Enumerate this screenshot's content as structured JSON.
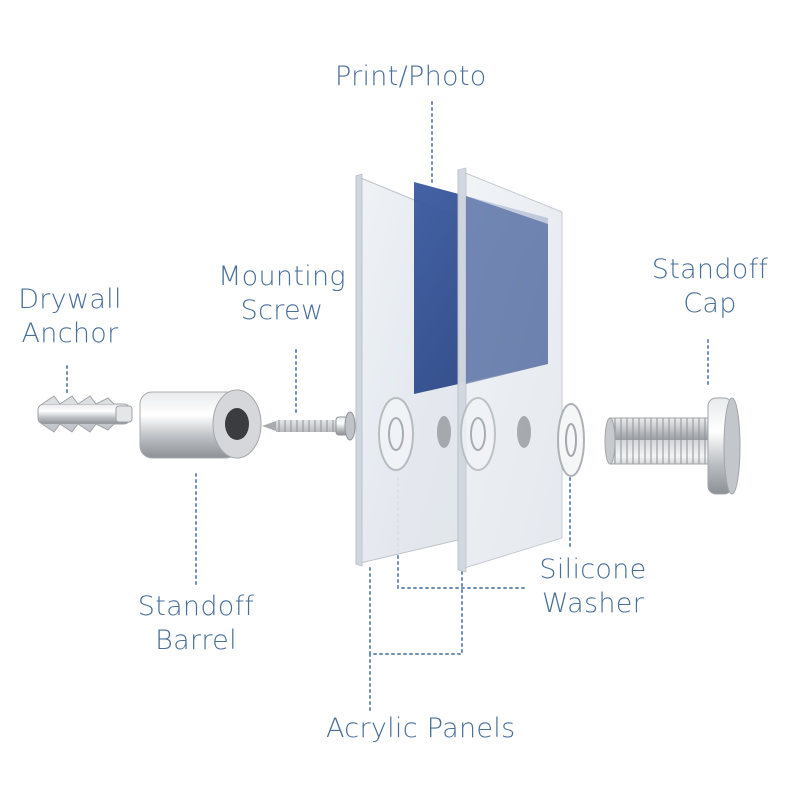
{
  "colors": {
    "label": "#4a6f99",
    "leader": "#6f8fb5",
    "photo": "#2c4a8c",
    "metal": "#c9cbce"
  },
  "labels": {
    "print_photo": "Print/Photo",
    "mounting_screw": {
      "line1": "Mounting",
      "line2": "Screw"
    },
    "drywall_anchor": {
      "line1": "Drywall",
      "line2": "Anchor"
    },
    "standoff_cap": {
      "line1": "Standoff",
      "line2": "Cap"
    },
    "standoff_barrel": {
      "line1": "Standoff",
      "line2": "Barrel"
    },
    "silicone_washer": {
      "line1": "Silicone",
      "line2": "Washer"
    },
    "acrylic_panels": "Acrylic Panels"
  }
}
